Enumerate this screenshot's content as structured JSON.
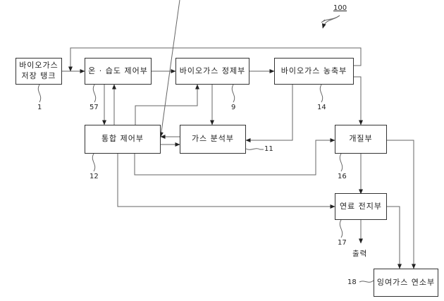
{
  "diagram": {
    "figure_ref": "100",
    "blocks": [
      {
        "id": "storage_tank",
        "label": "바이오가스\n저장 탱크",
        "ref": "1"
      },
      {
        "id": "temp_humidity",
        "label": "온 · 습도 제어부",
        "ref": "57"
      },
      {
        "id": "purifier",
        "label": "바이오가스 정제부",
        "ref": "9"
      },
      {
        "id": "concentrator",
        "label": "바이오가스 농축부",
        "ref": "14"
      },
      {
        "id": "integrated_control",
        "label": "통합 제어부",
        "ref": "12"
      },
      {
        "id": "gas_analyzer",
        "label": "가스 분석부",
        "ref": "11"
      },
      {
        "id": "reformer",
        "label": "개질부",
        "ref": "16"
      },
      {
        "id": "fuel_cell",
        "label": "연료 전지부",
        "ref": "17"
      },
      {
        "id": "surplus_burner",
        "label": "잉여가스 연소부",
        "ref": "18"
      }
    ],
    "output_label": "출력",
    "connections": [
      {
        "from": "storage_tank",
        "to": "temp_humidity"
      },
      {
        "from": "temp_humidity",
        "to": "purifier"
      },
      {
        "from": "purifier",
        "to": "concentrator"
      },
      {
        "from": "concentrator",
        "to": "temp_humidity",
        "note": "recirculation loop"
      },
      {
        "from": "temp_humidity",
        "to": "integrated_control"
      },
      {
        "from": "integrated_control",
        "to": "temp_humidity"
      },
      {
        "from": "integrated_control",
        "to": "purifier"
      },
      {
        "from": "purifier",
        "to": "gas_analyzer"
      },
      {
        "from": "concentrator",
        "to": "gas_analyzer"
      },
      {
        "from": "gas_analyzer",
        "to": "integrated_control"
      },
      {
        "from": "integrated_control",
        "to": "gas_analyzer"
      },
      {
        "from": "concentrator",
        "to": "reformer"
      },
      {
        "from": "integrated_control",
        "to": "reformer"
      },
      {
        "from": "integrated_control",
        "to": "fuel_cell"
      },
      {
        "from": "reformer",
        "to": "fuel_cell"
      },
      {
        "from": "reformer",
        "to": "surplus_burner"
      },
      {
        "from": "fuel_cell",
        "to": "surplus_burner"
      },
      {
        "from": "fuel_cell",
        "to": "output"
      }
    ]
  }
}
